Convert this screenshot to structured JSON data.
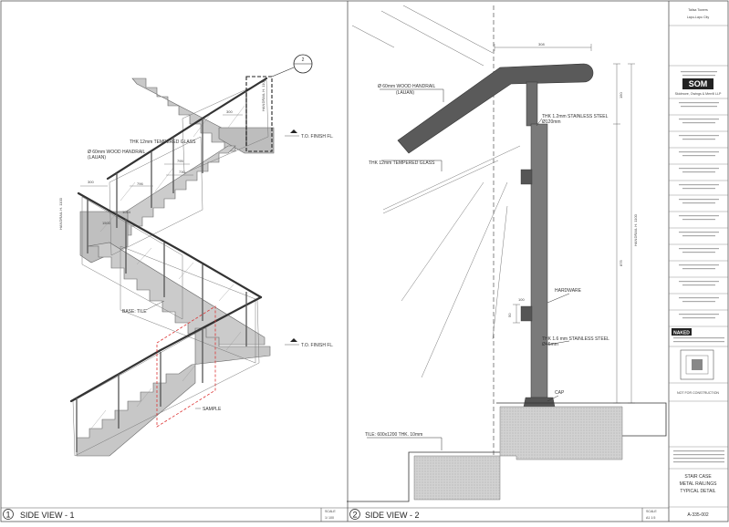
{
  "left_view": {
    "number": "1",
    "title": "SIDE VIEW - 1",
    "scale_label": "SCALE",
    "scale_value": "1/  100",
    "callout_number": "2",
    "labels": {
      "tempered_glass": "THK 12mm TEMPERED GLASS",
      "wood_handrail_1": "Ø 60mm WOOD HANDRAIL",
      "wood_handrail_2": "(LAUAN)",
      "handrail_h_top": "HANDRAIL H. 1100",
      "handrail_h_left": "HANDRAIL H. 1100",
      "to_finish_fl_top": "T.O. FINISH FL.",
      "to_finish_fl_bottom": "T.O. FINISH FL.",
      "base_tile": "BASE: TILE",
      "sample": "SAMPLE"
    },
    "dims": {
      "d300_top": "300",
      "d795": "795",
      "d730": "730",
      "d300_left": "300",
      "d796": "796",
      "d1024": "1024",
      "d1500": "1500"
    }
  },
  "right_view": {
    "number": "2",
    "title": "SIDE VIEW - 2",
    "scale_label": "SCALE",
    "scale_value": "A1    1:5",
    "labels": {
      "wood_handrail_1": "Ø 60mm WOOD HANDRAIL",
      "wood_handrail_2": "(LAUAN)",
      "tempered_glass": "THK 12mm TEMPERED GLASS",
      "steel_top_1": "THK 1.2mm STAINLESS STEEL",
      "steel_top_2": "Ø120mm",
      "hardware": "HARDWARE",
      "steel_mid_1": "THK 1.6 mm STAINLESS STEEL",
      "steel_mid_2": "Ø46mm",
      "cap": "CAP",
      "tile": "TILE: 600x1200 THK. 10mm",
      "handrail_h": "HANDRAIL H. 1100"
    },
    "dims": {
      "width": "308",
      "d150": "150",
      "d875": "875",
      "d50": "50",
      "d100": "100"
    }
  },
  "title_block": {
    "project": "Talisa Towers",
    "project_sub": "Lapu-Lapu City",
    "firm_logo": "SOM",
    "firm_sub": "Skidmore, Owings & Merrill LLP",
    "logo2": "NAKED",
    "not_for_construction": "NOT FOR CONSTRUCTION",
    "drawing_title_1": "STAIR CASE",
    "drawing_title_2": "METAL RAILINGS",
    "drawing_title_3": "TYPICAL DETAIL",
    "sheet_number": "A-335-002"
  }
}
